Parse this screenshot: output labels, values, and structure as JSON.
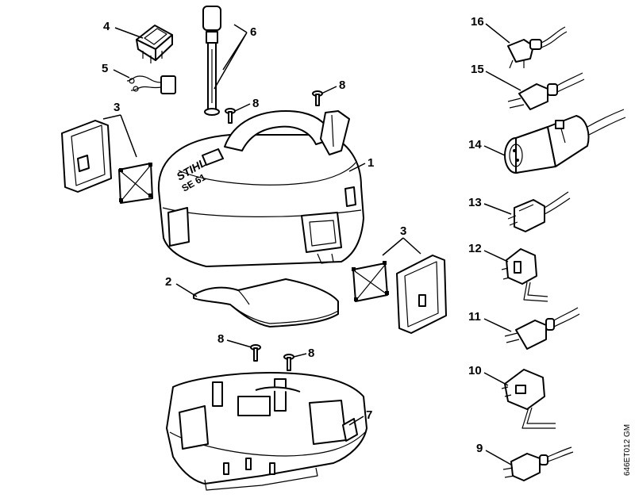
{
  "diagram": {
    "brand_logo": "STIHL",
    "model_text": "SE 61",
    "reference_code": "646ET012 GM",
    "callouts": {
      "c1": "1",
      "c2": "2",
      "c3a": "3",
      "c3b": "3",
      "c4": "4",
      "c5": "5",
      "c6": "6",
      "c7": "7",
      "c8a": "8",
      "c8b": "8",
      "c8c": "8",
      "c8d": "8",
      "c9": "9",
      "c10": "10",
      "c11": "11",
      "c12": "12",
      "c13": "13",
      "c14": "14",
      "c15": "15",
      "c16": "16"
    }
  }
}
